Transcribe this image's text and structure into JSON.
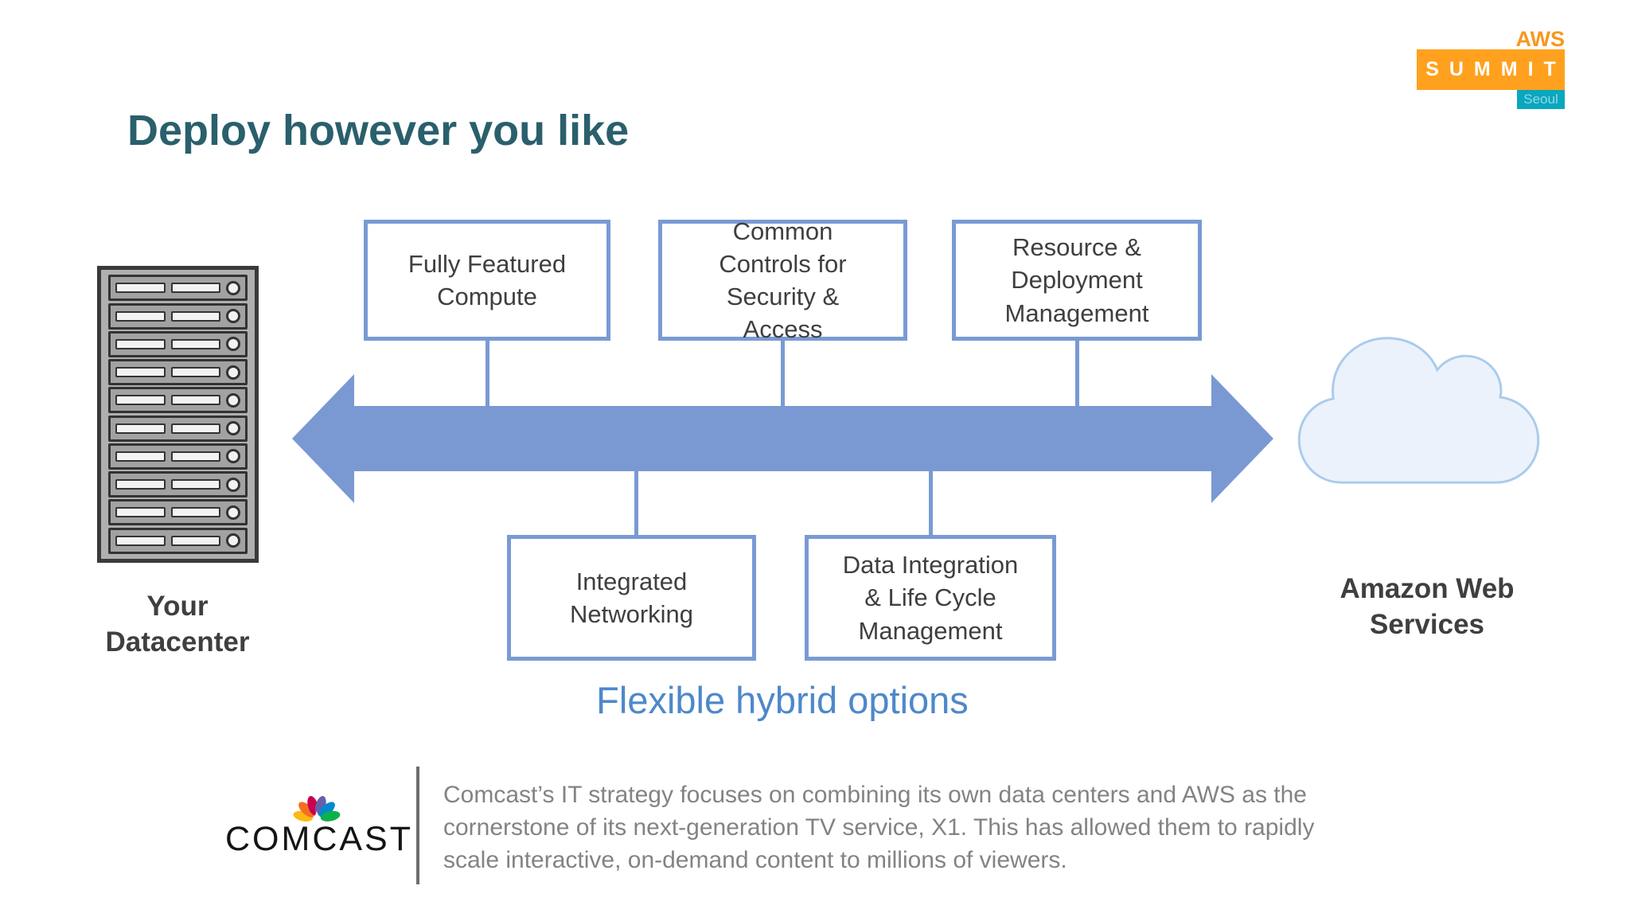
{
  "slide": {
    "title": "Deploy however you like"
  },
  "logo": {
    "aws": "AWS",
    "summit": "SUMMIT",
    "city": "Seoul"
  },
  "diagram": {
    "left_node": {
      "label": "Your\nDatacenter"
    },
    "right_node": {
      "label": "Amazon Web\nServices"
    },
    "top_boxes": [
      {
        "label": "Fully Featured\nCompute"
      },
      {
        "label": "Common\nControls for\nSecurity &\nAccess"
      },
      {
        "label": "Resource &\nDeployment\nManagement"
      }
    ],
    "bottom_boxes": [
      {
        "label": "Integrated\nNetworking"
      },
      {
        "label": "Data Integration\n& Life Cycle\nManagement"
      }
    ],
    "caption": "Flexible hybrid options"
  },
  "footer": {
    "brand": "COMCAST",
    "quote": "Comcast’s IT strategy focuses on combining its own data centers and AWS as the cornerstone of its next-generation TV service, X1. This has allowed them to rapidly scale interactive, on-demand content to millions of viewers."
  },
  "appearance": {
    "title_color": "#2A5F6C",
    "box_border_blue": "#7A9AD4",
    "arrow_blue": "#7A99D3",
    "caption_blue": "#4E88CA",
    "aws_orange": "#FFA11E",
    "seoul_teal": "#0AA7BF",
    "quote_gray": "#838383",
    "peacock_colors": [
      "#FDB913",
      "#F37021",
      "#CC004C",
      "#6460AA",
      "#0089D0",
      "#0DB14B"
    ]
  }
}
